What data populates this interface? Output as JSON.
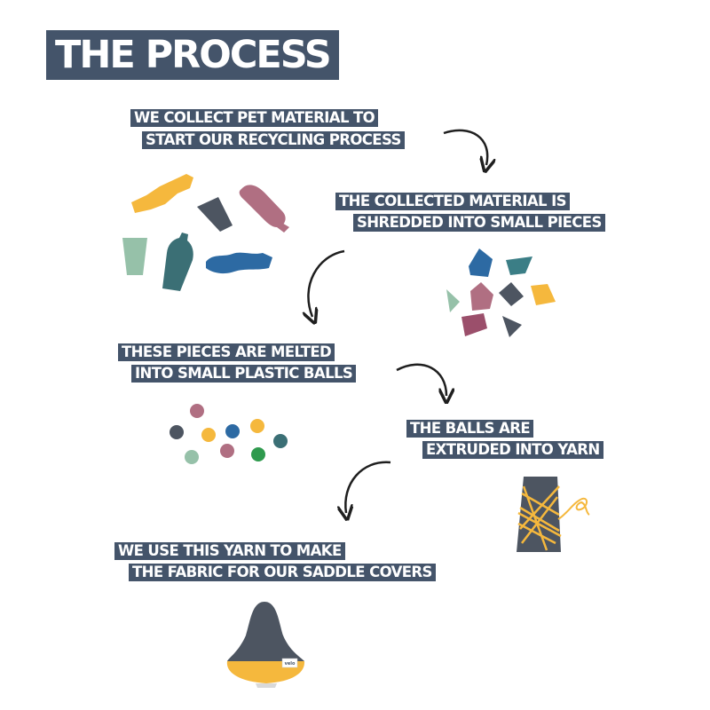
{
  "title": "THE PROCESS",
  "steps": [
    {
      "line1": "WE COLLECT PET MATERIAL TO",
      "line2": "START OUR RECYCLING PROCESS"
    },
    {
      "line1": "THE COLLECTED MATERIAL IS",
      "line2": "SHREDDED INTO SMALL PIECES"
    },
    {
      "line1": "THESE PIECES ARE MELTED",
      "line2": "INTO SMALL PLASTIC BALLS"
    },
    {
      "line1": "THE BALLS ARE",
      "line2": "EXTRUDED INTO YARN"
    },
    {
      "line1": "WE USE THIS YARN TO MAKE",
      "line2": "THE FABRIC FOR OUR SADDLE COVERS"
    }
  ],
  "saddle_tag": "velo",
  "colors": {
    "label_bg": "#44546a",
    "label_text": "#ffffff",
    "yellow": "#f5b83d",
    "slate": "#4d5561",
    "mauve": "#b06f82",
    "teal": "#3b6f75",
    "sage": "#96c1a9",
    "blue": "#2d6aa3",
    "green": "#2f9a4e"
  }
}
